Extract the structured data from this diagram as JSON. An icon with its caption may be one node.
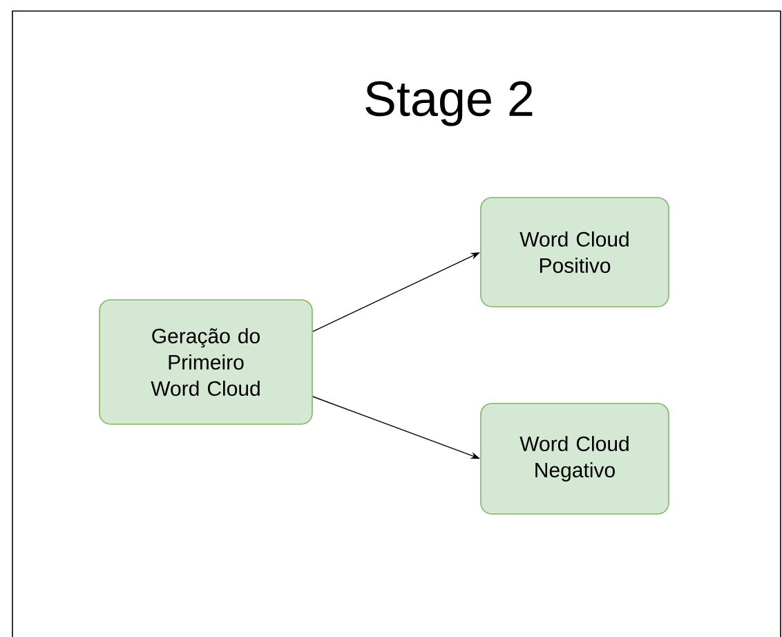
{
  "diagram": {
    "title": "Stage 2",
    "nodes": [
      {
        "text": [
          "Geração do Primeiro Word Cloud"
        ]
      },
      {
        "text": [
          "Word Cloud Positivo"
        ]
      },
      {
        "text": [
          "Word Cloud Negativo"
        ]
      }
    ],
    "edges": [
      {
        "from": 0,
        "to": 1,
        "arrow": "to"
      },
      {
        "from": 0,
        "to": 2,
        "arrow": "to"
      }
    ]
  }
}
